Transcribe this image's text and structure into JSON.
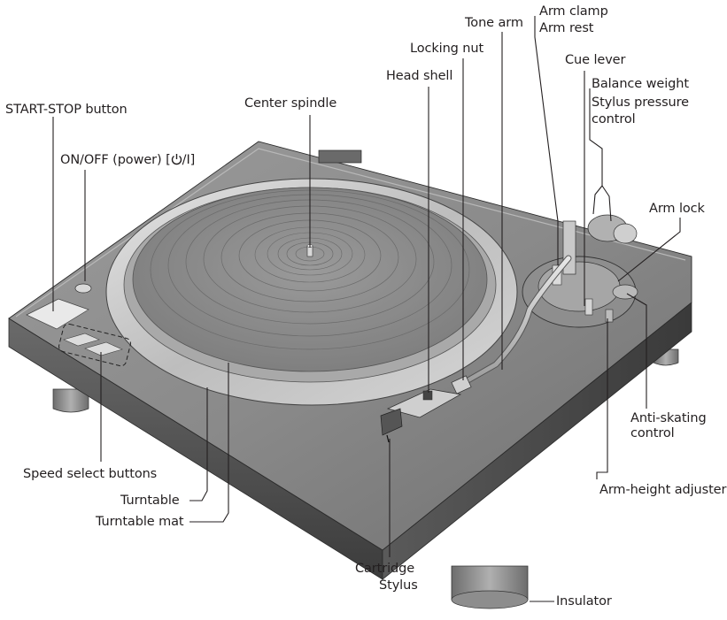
{
  "labels": {
    "start_stop": "START-STOP button",
    "on_off": "ON/OFF (power) [",
    "on_off_end": "/I]",
    "center_spindle": "Center spindle",
    "head_shell": "Head shell",
    "locking_nut": "Locking nut",
    "tone_arm": "Tone arm",
    "arm_clamp": "Arm clamp",
    "arm_rest": "Arm rest",
    "cue_lever": "Cue lever",
    "balance_weight": "Balance weight",
    "stylus_pressure_1": "Stylus pressure",
    "stylus_pressure_2": "control",
    "arm_lock": "Arm lock",
    "anti_skating_1": "Anti-skating",
    "anti_skating_2": "control",
    "arm_height": "Arm-height adjuster",
    "speed_select": "Speed select buttons",
    "turntable": "Turntable",
    "turntable_mat": "Turntable mat",
    "cartridge": "Cartridge",
    "stylus": "Stylus",
    "insulator": "Insulator"
  },
  "colors": {
    "label_text": "#231f20",
    "leader_line": "#231f20",
    "body_dark": "#4a4a4a",
    "body_mid": "#7a7a7a",
    "platter_silver": "#c8c8c8",
    "mat_gray": "#8a8a8a"
  }
}
